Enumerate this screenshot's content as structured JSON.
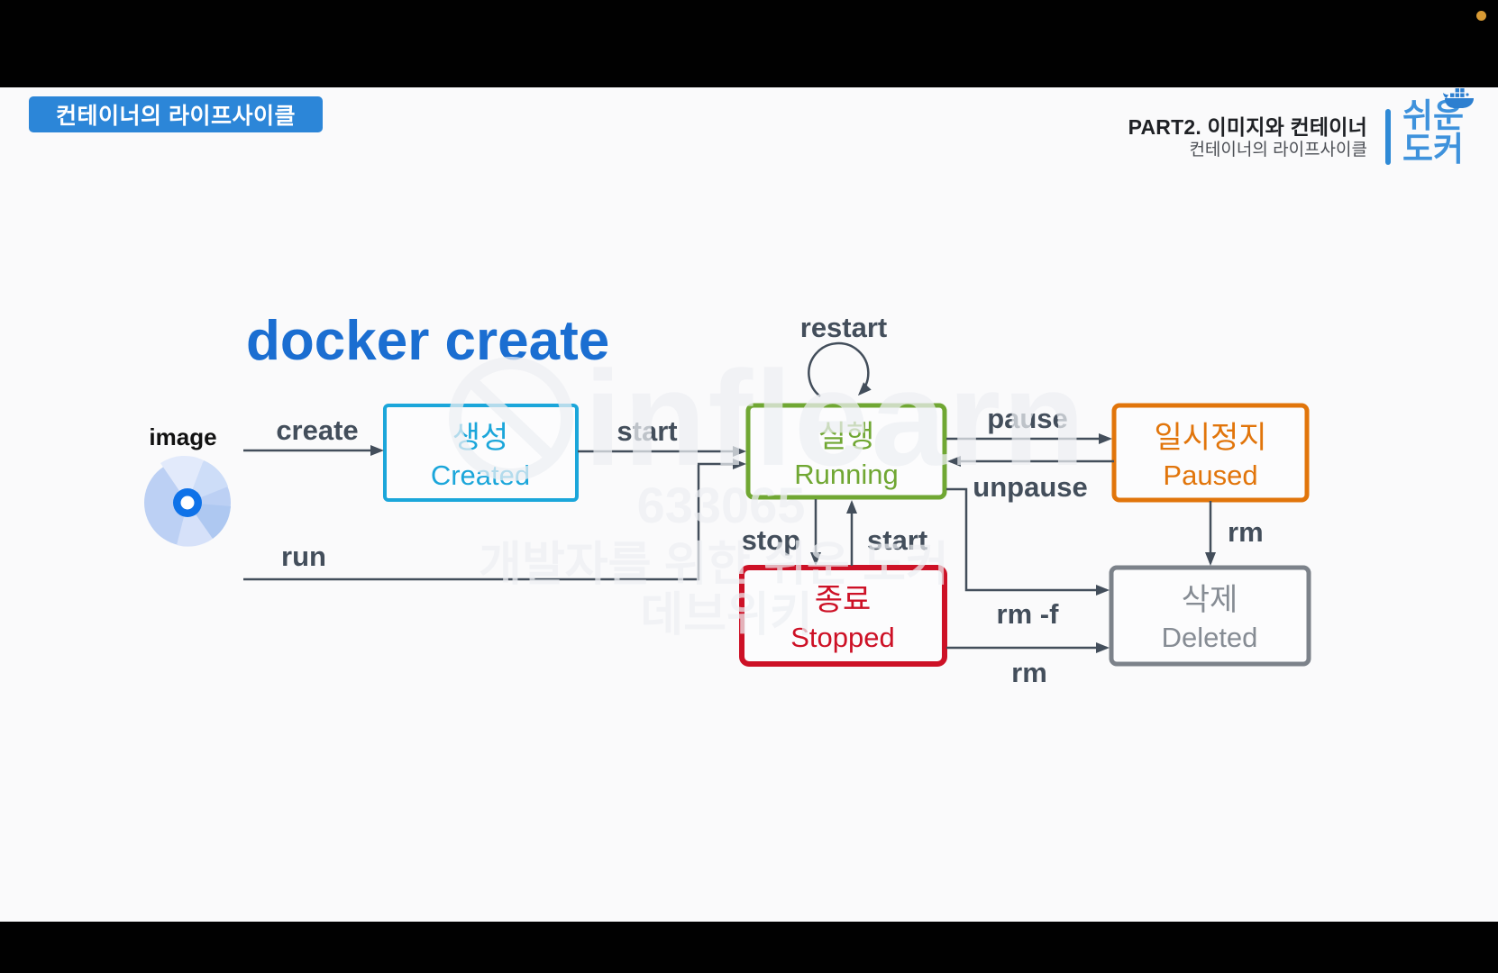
{
  "header": {
    "badge": "컨테이너의 라이프사이클",
    "part_title": "PART2. 이미지와 컨테이너",
    "part_subtitle": "컨테이너의 라이프사이클",
    "brand": {
      "line1": "쉬운",
      "line2": "도커"
    }
  },
  "slide": {
    "title": "docker create",
    "image_label": "image"
  },
  "states": {
    "created": {
      "ko": "생성",
      "en": "Created",
      "color": "#1ba6da"
    },
    "running": {
      "ko": "실행",
      "en": "Running",
      "color": "#70a733"
    },
    "paused": {
      "ko": "일시정지",
      "en": "Paused",
      "color": "#e1750b"
    },
    "stopped": {
      "ko": "종료",
      "en": "Stopped",
      "color": "#cd1126"
    },
    "deleted": {
      "ko": "삭제",
      "en": "Deleted",
      "color": "#7c828a"
    }
  },
  "transitions": {
    "create": "create",
    "start_from_created": "start",
    "run": "run",
    "restart": "restart",
    "pause": "pause",
    "unpause": "unpause",
    "stop": "stop",
    "start_from_stopped": "start",
    "rm_from_paused": "rm",
    "rm_force": "rm -f",
    "rm_from_stopped": "rm"
  },
  "watermark": {
    "brand": "inflearn",
    "code": "633065",
    "course": "개발자를 위한 쉬운 도커",
    "author": "데브위키"
  },
  "colors": {
    "accent": "#2c86d8",
    "title": "#1b6ed1",
    "arrow": "#434e5b",
    "logo": "#3e92dc",
    "dot": "#d89a34"
  }
}
